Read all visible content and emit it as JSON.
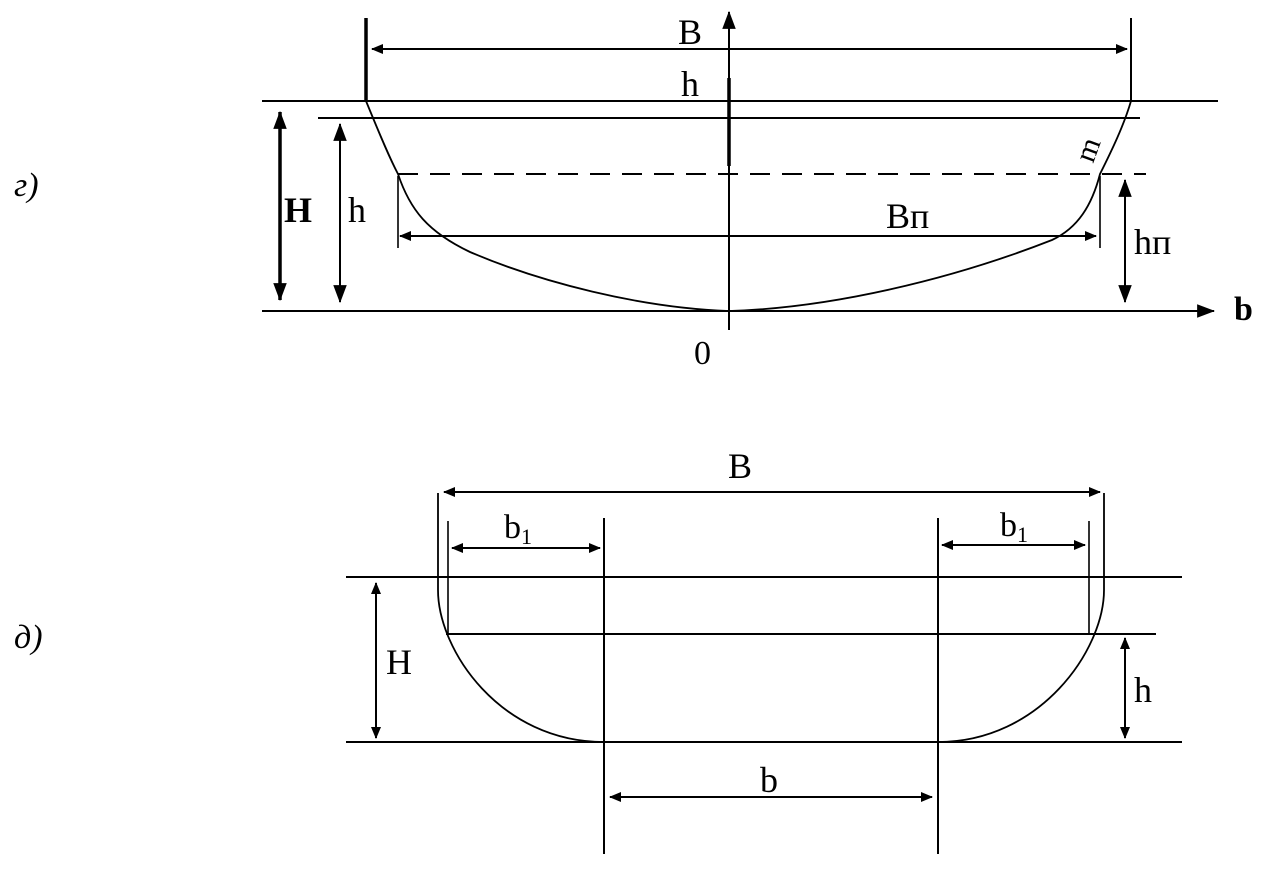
{
  "panel_g": {
    "tag": "г)",
    "labels": {
      "B": "B",
      "h_top": "h",
      "H": "H",
      "h": "h",
      "m": "m",
      "Bn": "Bп",
      "hn": "hп",
      "b_axis": "b",
      "origin": "0"
    }
  },
  "panel_d": {
    "tag": "д)",
    "labels": {
      "B": "B",
      "b1_left": "b",
      "b1_left_sub": "1",
      "b1_right": "b",
      "b1_right_sub": "1",
      "H": "H",
      "h": "h",
      "b": "b"
    }
  },
  "colors": {
    "ink": "#000000",
    "background": "#ffffff"
  }
}
